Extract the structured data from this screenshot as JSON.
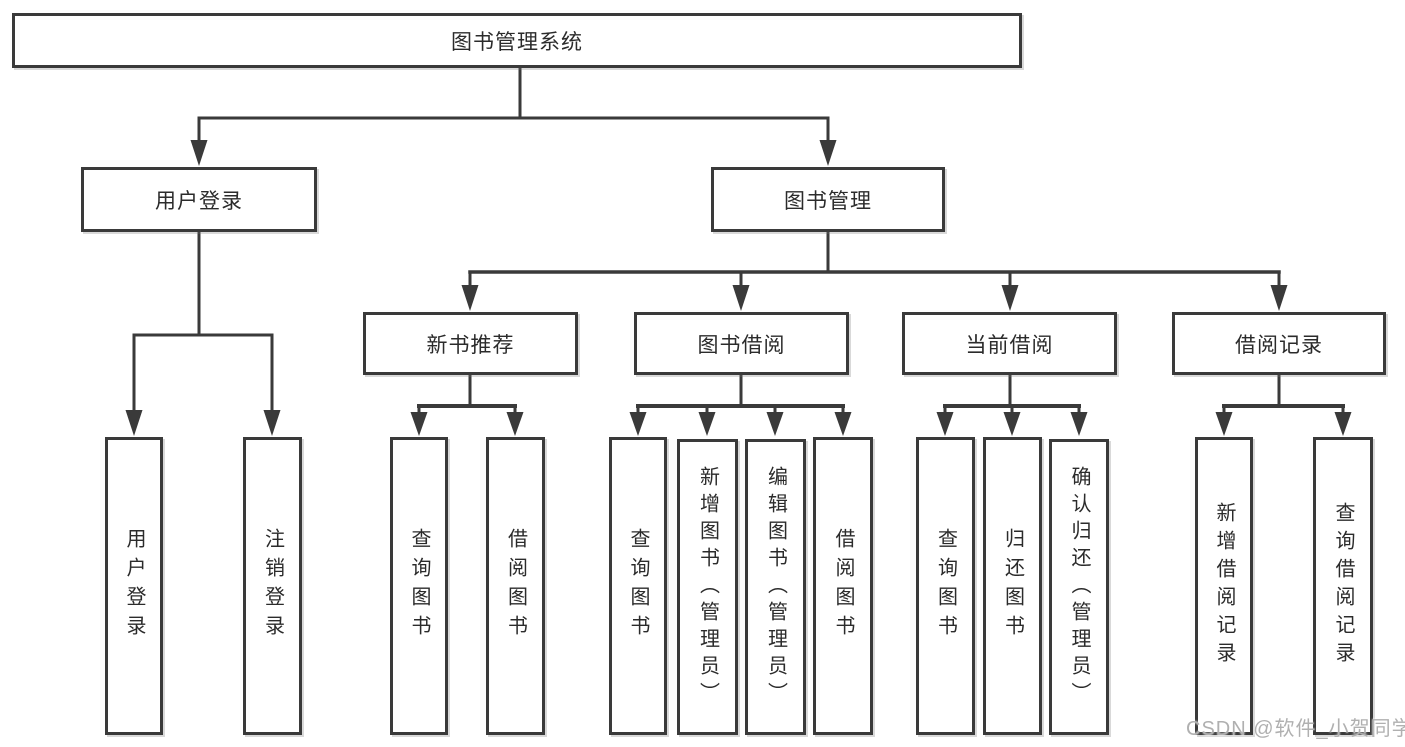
{
  "nodes": {
    "root": "图书管理系统",
    "user_login": "用户登录",
    "book_mgmt": "图书管理",
    "new_book_rec": "新书推荐",
    "book_borrow": "图书借阅",
    "current_borrow": "当前借阅",
    "borrow_record": "借阅记录",
    "leaf_user_login": "用户登录",
    "leaf_logout": "注销登录",
    "leaf_query_book_1": "查询图书",
    "leaf_borrow_book_1": "借阅图书",
    "leaf_query_book_2": "查询图书",
    "leaf_add_book": "新增图书（管理员）",
    "leaf_edit_book": "编辑图书（管理员）",
    "leaf_borrow_book_2": "借阅图书",
    "leaf_query_book_3": "查询图书",
    "leaf_return_book": "归还图书",
    "leaf_confirm_return": "确认归还（管理员）",
    "leaf_add_borrow_record": "新增借阅记录",
    "leaf_query_borrow_record": "查询借阅记录"
  },
  "watermark": {
    "text": "CSDN @软件_小贺同学"
  },
  "colors": {
    "line": "#3a3a3a",
    "box_border": "#3a3a3a",
    "text": "#2b2b2b",
    "background": "#ffffff",
    "watermark": "#b0b0b0"
  }
}
